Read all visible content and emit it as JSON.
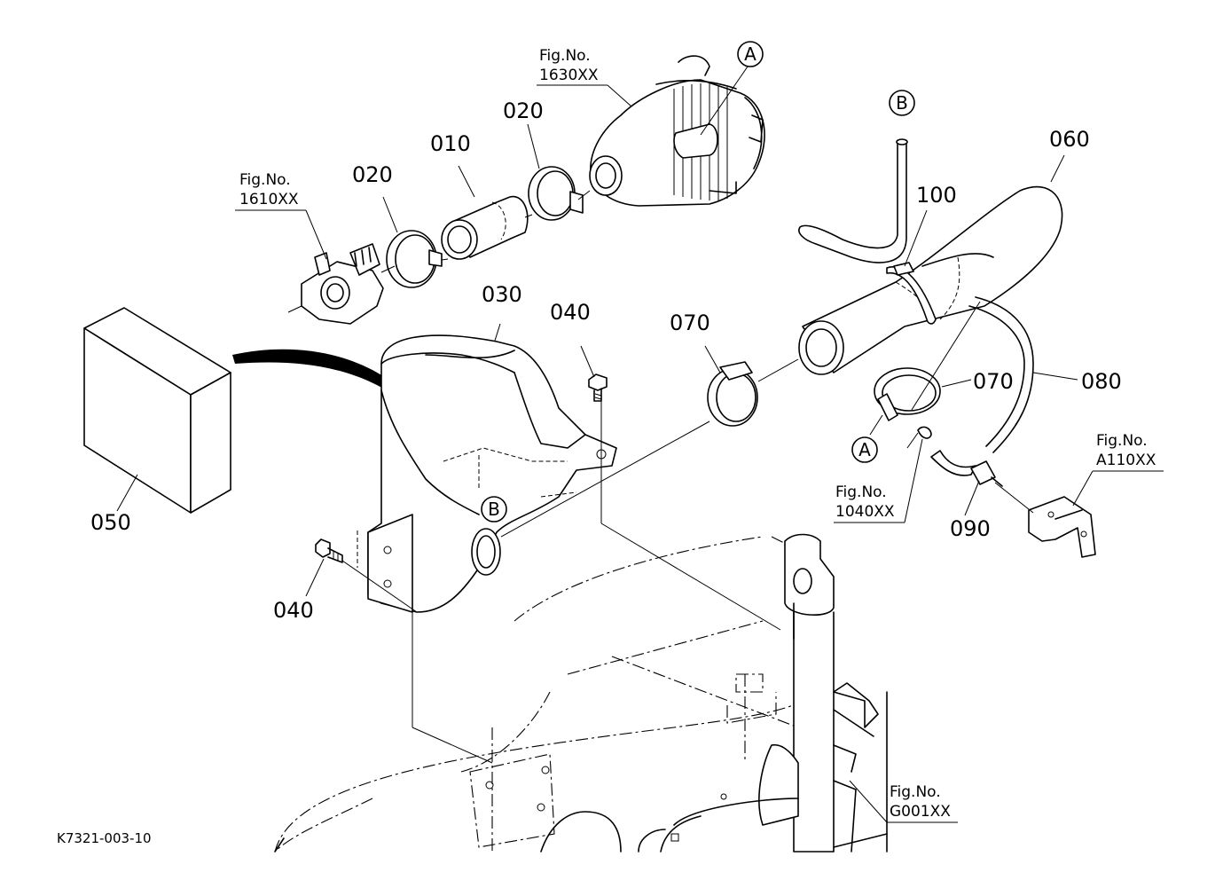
{
  "parts": {
    "p010": "010",
    "p020a": "020",
    "p020b": "020",
    "p030": "030",
    "p040a": "040",
    "p040b": "040",
    "p050": "050",
    "p060": "060",
    "p070a": "070",
    "p070b": "070",
    "p080": "080",
    "p090": "090",
    "p100": "100"
  },
  "figrefs": {
    "fig1630": {
      "line1": "Fig.No.",
      "line2": "1630XX"
    },
    "fig1610": {
      "line1": "Fig.No.",
      "line2": "1610XX"
    },
    "fig1040": {
      "line1": "Fig.No.",
      "line2": "1040XX"
    },
    "figA110": {
      "line1": "Fig.No.",
      "line2": "A110XX"
    },
    "figG001": {
      "line1": "Fig.No.",
      "line2": "G001XX"
    }
  },
  "markers": {
    "a_top": "A",
    "a_clamp": "A",
    "b_top": "B",
    "b_duct": "B"
  },
  "drawing_code": "K7321-003-10"
}
